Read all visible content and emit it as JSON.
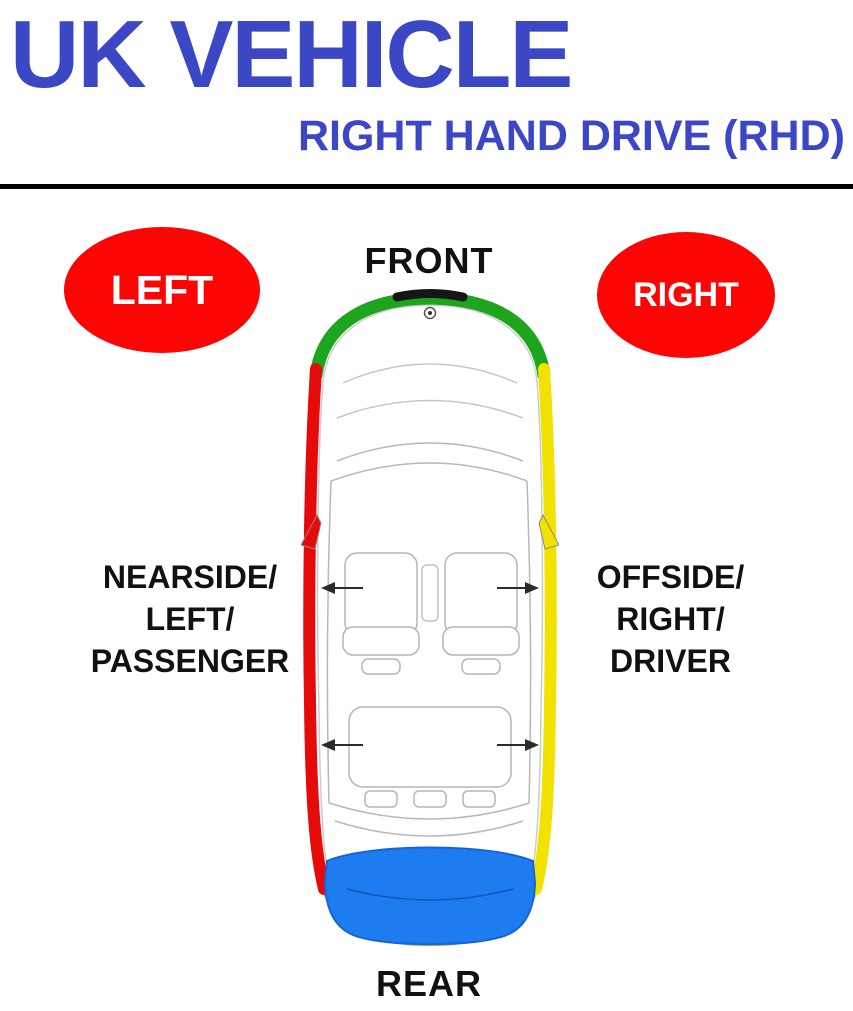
{
  "header": {
    "title": "UK VEHICLE",
    "subtitle": "RIGHT HAND DRIVE (RHD)"
  },
  "diagram": {
    "front_label": "FRONT",
    "rear_label": "REAR",
    "left_badge": "LEFT",
    "right_badge": "RIGHT",
    "left_side_lines": [
      "NEARSIDE/",
      "LEFT/",
      "PASSENGER"
    ],
    "right_side_lines": [
      "OFFSIDE/",
      "RIGHT/",
      "DRIVER"
    ]
  },
  "colors": {
    "heading_blue": "#3b47c4",
    "badge_red": "#fb0505",
    "front_green": "#1ea51e",
    "nearside_red": "#e60b0b",
    "offside_yellow": "#f2e200",
    "rear_blue": "#1c7cf0"
  }
}
